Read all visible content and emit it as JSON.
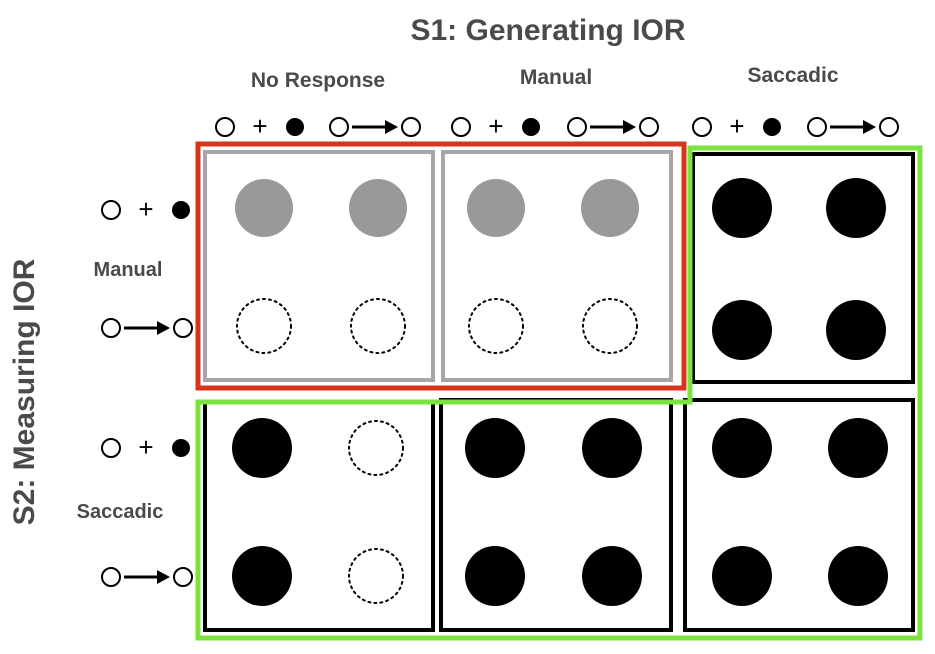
{
  "s1_title": "S1:  Generating IOR",
  "s2_title": "S2:  Measuring IOR",
  "columns": [
    "No Response",
    "Manual",
    "Saccadic"
  ],
  "rows": [
    "Manual",
    "Saccadic"
  ],
  "condition_symbols": {
    "plus": "+"
  },
  "icons": {
    "condition_a": "open-circle-plus-filled-circle",
    "condition_b": "open-circle-arrow-open-circle"
  },
  "cell_states": [
    [
      [
        "gray",
        "gray",
        "dotted",
        "dotted"
      ],
      [
        "gray",
        "gray",
        "dotted",
        "dotted"
      ],
      [
        "black",
        "black",
        "black",
        "black"
      ]
    ],
    [
      [
        "black",
        "dotted",
        "black",
        "dotted"
      ],
      [
        "black",
        "black",
        "black",
        "black"
      ],
      [
        "black",
        "black",
        "black",
        "black"
      ]
    ]
  ],
  "colors": {
    "outline_red": "#d8341c",
    "outline_green": "#7be23e",
    "inner_gray": "#a6a6a6",
    "disc_gray": "#999999",
    "disc_black": "#000000",
    "label_gray": "#4a4a4a"
  }
}
